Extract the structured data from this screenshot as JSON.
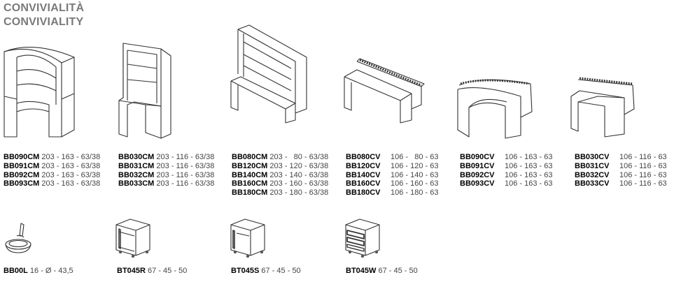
{
  "title_it": "CONVIVIALITÀ",
  "title_en": "CONVIVIALITY",
  "groups": [
    {
      "rows": [
        {
          "code": "BB090CM",
          "dims": "203 - 163 - 63/38"
        },
        {
          "code": "BB091CM",
          "dims": "203 - 163 - 63/38"
        },
        {
          "code": "BB092CM",
          "dims": "203 - 163 - 63/38"
        },
        {
          "code": "BB093CM",
          "dims": "203 - 163 - 63/38"
        }
      ]
    },
    {
      "rows": [
        {
          "code": "BB030CM",
          "dims": "203 - 116 - 63/38"
        },
        {
          "code": "BB031CM",
          "dims": "203 - 116 - 63/38"
        },
        {
          "code": "BB032CM",
          "dims": "203 - 116 - 63/38"
        },
        {
          "code": "BB033CM",
          "dims": "203 - 116 - 63/38"
        }
      ]
    },
    {
      "rows": [
        {
          "code": "BB080CM",
          "dims": "203 -   80 - 63/38"
        },
        {
          "code": "BB120CM",
          "dims": "203 - 120 - 63/38"
        },
        {
          "code": "BB140CM",
          "dims": "203 - 140 - 63/38"
        },
        {
          "code": "BB160CM",
          "dims": "203 - 160 - 63/38"
        },
        {
          "code": "BB180CM",
          "dims": "203 - 180 - 63/38"
        }
      ]
    },
    {
      "rows": [
        {
          "code": "BB080CV",
          "dims": "106 -   80 - 63"
        },
        {
          "code": "BB120CV",
          "dims": "106 - 120 - 63"
        },
        {
          "code": "BB140CV",
          "dims": "106 - 140 - 63"
        },
        {
          "code": "BB160CV",
          "dims": "106 - 160 - 63"
        },
        {
          "code": "BB180CV",
          "dims": "106 - 180 - 63"
        }
      ]
    },
    {
      "rows": [
        {
          "code": "BB090CV",
          "dims": "106 - 163 - 63"
        },
        {
          "code": "BB091CV",
          "dims": "106 - 163 - 63"
        },
        {
          "code": "BB092CV",
          "dims": "106 - 163 - 63"
        },
        {
          "code": "BB093CV",
          "dims": "106 - 163 - 63"
        }
      ]
    },
    {
      "rows": [
        {
          "code": "BB030CV",
          "dims": "106 - 116 - 63"
        },
        {
          "code": "BB031CV",
          "dims": "106 - 116 - 63"
        },
        {
          "code": "BB032CV",
          "dims": "106 - 116 - 63"
        },
        {
          "code": "BB033CV",
          "dims": "106 - 116 - 63"
        }
      ]
    }
  ],
  "accessories": [
    {
      "code": "BB00L",
      "dims": "16 - Ø - 43,5"
    },
    {
      "code": "BT045R",
      "dims": "67 - 45 - 50"
    },
    {
      "code": "BT045S",
      "dims": "67 - 45 - 50"
    },
    {
      "code": "BT045W",
      "dims": "67 - 45 - 50"
    }
  ]
}
